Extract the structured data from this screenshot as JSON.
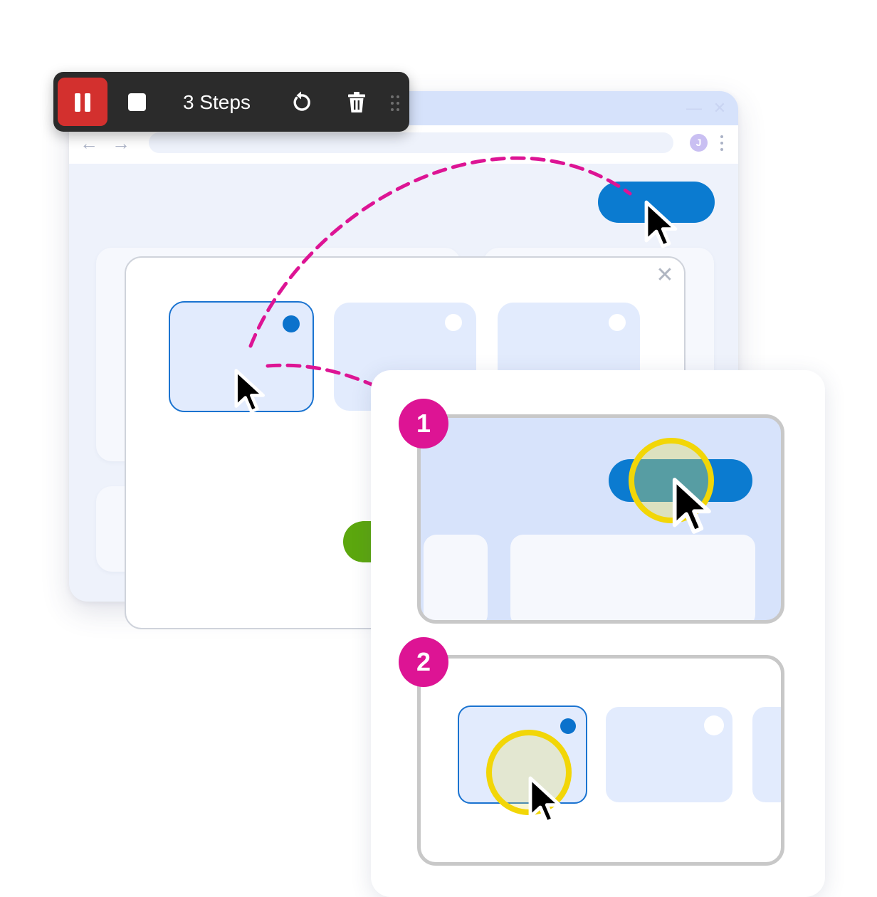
{
  "recorder": {
    "steps_label": "3 Steps",
    "icons": {
      "pause": "pause-icon",
      "stop": "stop-icon",
      "restart": "restart-icon",
      "delete": "trash-icon",
      "drag": "drag-handle-icon"
    }
  },
  "browser": {
    "profile_initial": "J",
    "minimize_glyph": "—",
    "close_glyph": "✕",
    "back_glyph": "←",
    "forward_glyph": "→"
  },
  "modal": {
    "close_glyph": "✕"
  },
  "steps": [
    {
      "number": "1"
    },
    {
      "number": "2"
    }
  ],
  "colors": {
    "record_red": "#d3302e",
    "primary_blue": "#0b7bd0",
    "connector_magenta": "#dd1494",
    "click_highlight_yellow": "#f2d607",
    "confirm_green": "#5ca70e",
    "toolbar_dark": "#2b2b2b"
  }
}
